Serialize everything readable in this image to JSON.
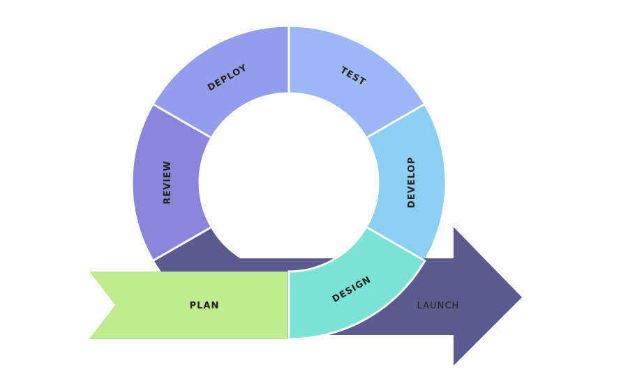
{
  "diagram": {
    "segments": [
      {
        "key": "test",
        "label": "TEST",
        "color": "#9DB7F8"
      },
      {
        "key": "develop",
        "label": "DEVELOP",
        "color": "#8DCFF0"
      },
      {
        "key": "design",
        "label": "DESIGN",
        "color": "#7CE3D2"
      },
      {
        "key": "base",
        "label": "",
        "color": "#5C5A8F"
      },
      {
        "key": "review",
        "label": "REVIEW",
        "color": "#8A87D9"
      },
      {
        "key": "deploy",
        "label": "DEPLOY",
        "color": "#949DEA"
      }
    ],
    "plan": {
      "label": "PLAN",
      "color": "#C1EC8E"
    },
    "launch": {
      "label": "LAUNCH",
      "color": "#5C5A8F",
      "text_color": "#A9A4F2"
    }
  }
}
